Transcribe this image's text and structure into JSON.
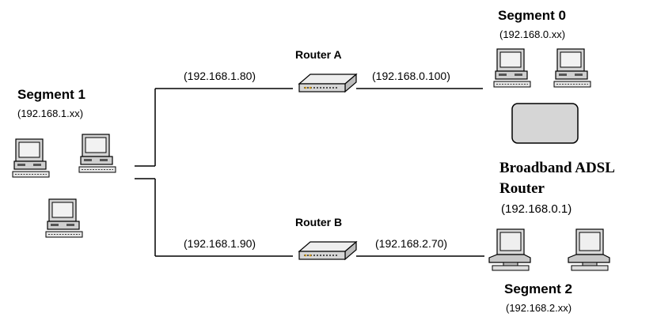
{
  "segment0": {
    "title": "Segment 0",
    "subnet": "(192.168.0.xx)"
  },
  "segment1": {
    "title": "Segment 1",
    "subnet": "(192.168.1.xx)"
  },
  "segment2": {
    "title": "Segment 2",
    "subnet": "(192.168.2.xx)"
  },
  "router_a": {
    "title": "Router A",
    "lan_ip": "(192.168.1.80)",
    "wan_ip": "(192.168.0.100)"
  },
  "router_b": {
    "title": "Router B",
    "lan_ip": "(192.168.1.90)",
    "wan_ip": "(192.168.2.70)"
  },
  "adsl_router": {
    "title_line1": "Broadband ADSL",
    "title_line2": "Router",
    "ip": "(192.168.0.1)"
  },
  "icons": {
    "segment1_pcs": "desktop-computer-icon",
    "segment0_pcs": "desktop-computer-icon",
    "segment2_pcs": "crt-monitor-icon",
    "routers": "router-icon",
    "adsl": "adsl-router-icon"
  }
}
